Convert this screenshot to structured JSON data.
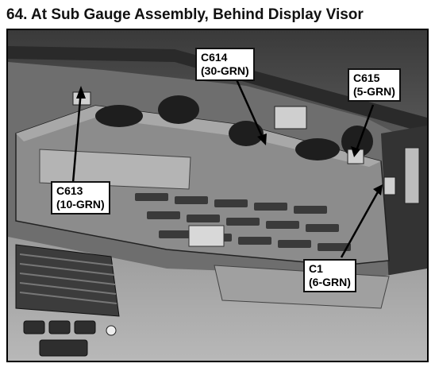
{
  "title": "64. At Sub Gauge Assembly, Behind Display Visor",
  "callouts": {
    "c614": {
      "id": "C614",
      "desc": "(30-GRN)"
    },
    "c615": {
      "id": "C615",
      "desc": "(5-GRN)"
    },
    "c613": {
      "id": "C613",
      "desc": "(10-GRN)"
    },
    "c1": {
      "id": "C1",
      "desc": "(6-GRN)"
    }
  }
}
